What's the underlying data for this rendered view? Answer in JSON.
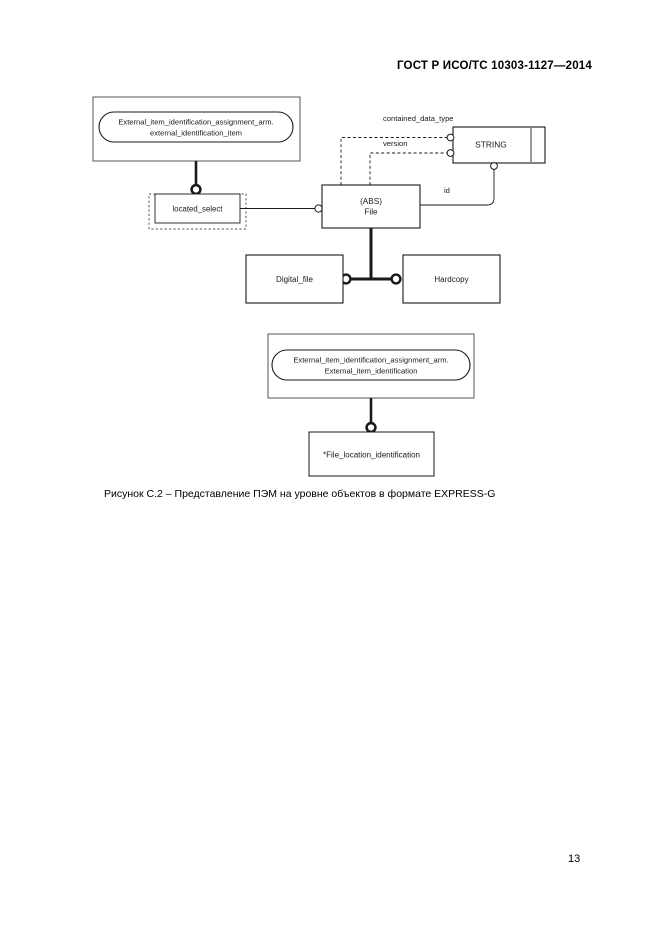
{
  "document": {
    "header_title": "ГОСТ Р ИСО/ТС 10303-1127—2014",
    "page_number": "13",
    "caption": "Рисунок С.2 –  Представление ПЭМ на уровне объектов в формате EXPRESS-G"
  },
  "diagram": {
    "type": "EXPRESS-G entity-level diagram",
    "schema_box_top": {
      "line1": "External_item_identification_assignment_arm.",
      "line2": "external_identification_item"
    },
    "schema_box_bottom": {
      "line1": "External_item_identification_assignment_arm.",
      "line2": "External_item_identification"
    },
    "entities": {
      "located_select": "located_select",
      "file_abs": "(ABS)",
      "file_name": "File",
      "string_type": "STRING",
      "digital_file": "Digital_file",
      "hardcopy": "Hardcopy",
      "file_location_identification": "*File_location_identification"
    },
    "attribute_labels": {
      "contained_data_type": "contained_data_type",
      "version": "version",
      "id": "id"
    },
    "colors": {
      "stroke": "#1a1a1a",
      "background": "#ffffff",
      "text": "#1a1a1a"
    }
  }
}
